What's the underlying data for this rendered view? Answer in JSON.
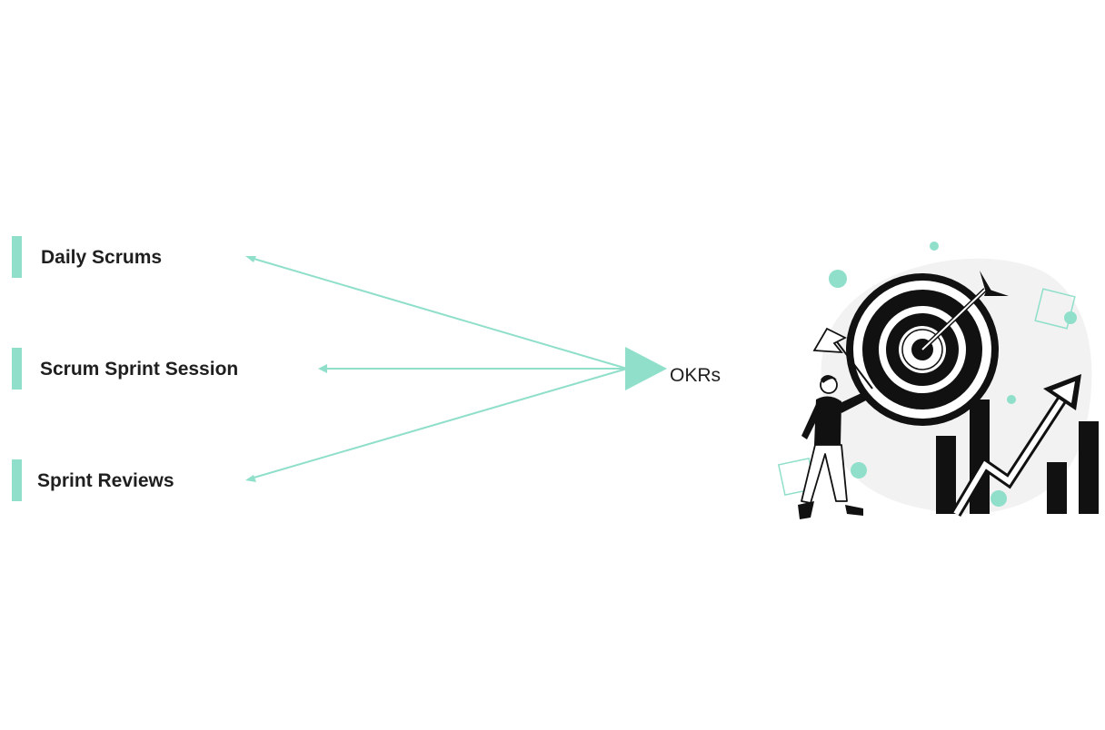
{
  "diagram": {
    "items": [
      {
        "label": "Daily Scrums"
      },
      {
        "label": "Scrum Sprint Session"
      },
      {
        "label": "Sprint Reviews"
      }
    ],
    "hub": {
      "label": "OKRs"
    },
    "colors": {
      "accent": "#8fdfca",
      "text": "#1f1f1f",
      "illustration_dark": "#111111",
      "illustration_bg": "#f2f2f2"
    },
    "illustration": {
      "icon": "goal-achievement-illustration",
      "depicts": [
        "person-with-flag",
        "target-with-arrow",
        "bar-chart-with-rising-arrow"
      ]
    }
  }
}
